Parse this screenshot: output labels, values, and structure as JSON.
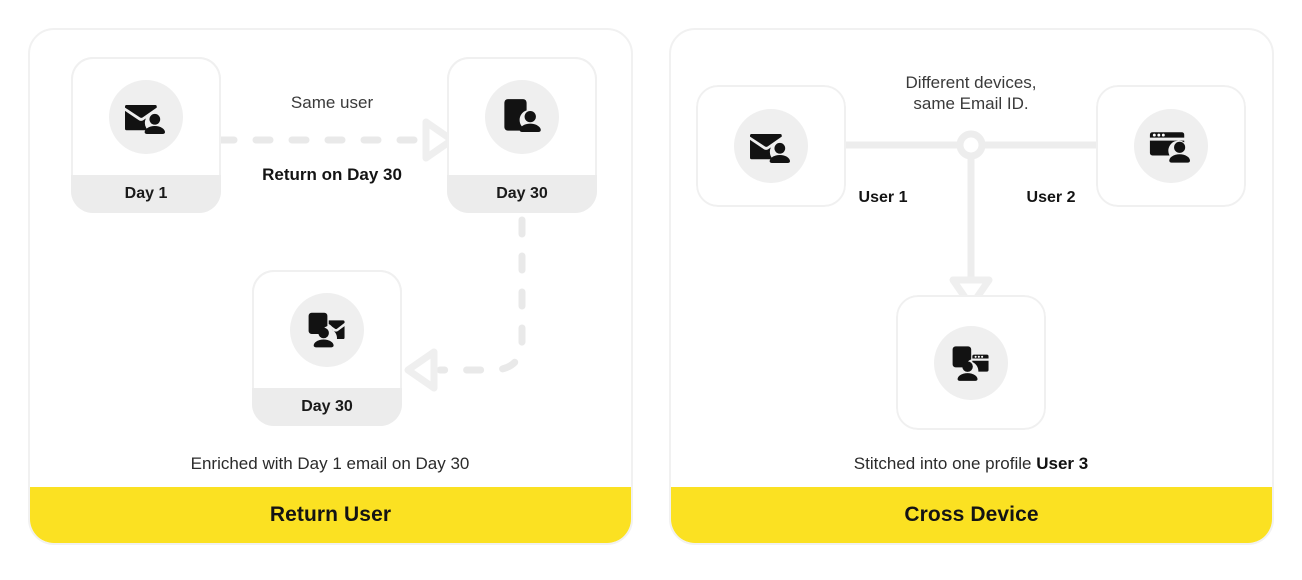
{
  "panels": [
    {
      "id": "return-user",
      "footer_label": "Return User",
      "footer_color": "#fbe122",
      "caption": "Enriched with Day 1 email on Day 30",
      "edge_labels": [
        {
          "text": "Same user",
          "weight": "regular"
        },
        {
          "text": "Return on Day 30",
          "weight": "bold"
        }
      ],
      "nodes": [
        {
          "id": "day1",
          "label": "Day 1",
          "icon": "email-user-icon"
        },
        {
          "id": "day30-top",
          "label": "Day 30",
          "icon": "mobile-user-icon"
        },
        {
          "id": "day30-bottom",
          "label": "Day 30",
          "icon": "mobile-email-user-icon"
        }
      ]
    },
    {
      "id": "cross-device",
      "footer_label": "Cross Device",
      "footer_color": "#fbe122",
      "headline": [
        "Different devices,",
        "same Email ID."
      ],
      "caption_prefix": "Stitched into one profile ",
      "caption_strong": "User 3",
      "edge_labels": [
        {
          "text": "User 1",
          "weight": "bold"
        },
        {
          "text": "User 2",
          "weight": "bold"
        }
      ],
      "nodes": [
        {
          "id": "user1",
          "label": "",
          "icon": "email-user-icon"
        },
        {
          "id": "user2",
          "label": "",
          "icon": "browser-user-icon"
        },
        {
          "id": "user3",
          "label": "",
          "icon": "mobile-browser-user-icon"
        }
      ]
    }
  ],
  "colors": {
    "accent_yellow": "#fbe122",
    "card_label_gray": "#ececec",
    "connector_gray": "#ededed",
    "icon_black": "#121212",
    "panel_border": "#f1f1f1"
  }
}
